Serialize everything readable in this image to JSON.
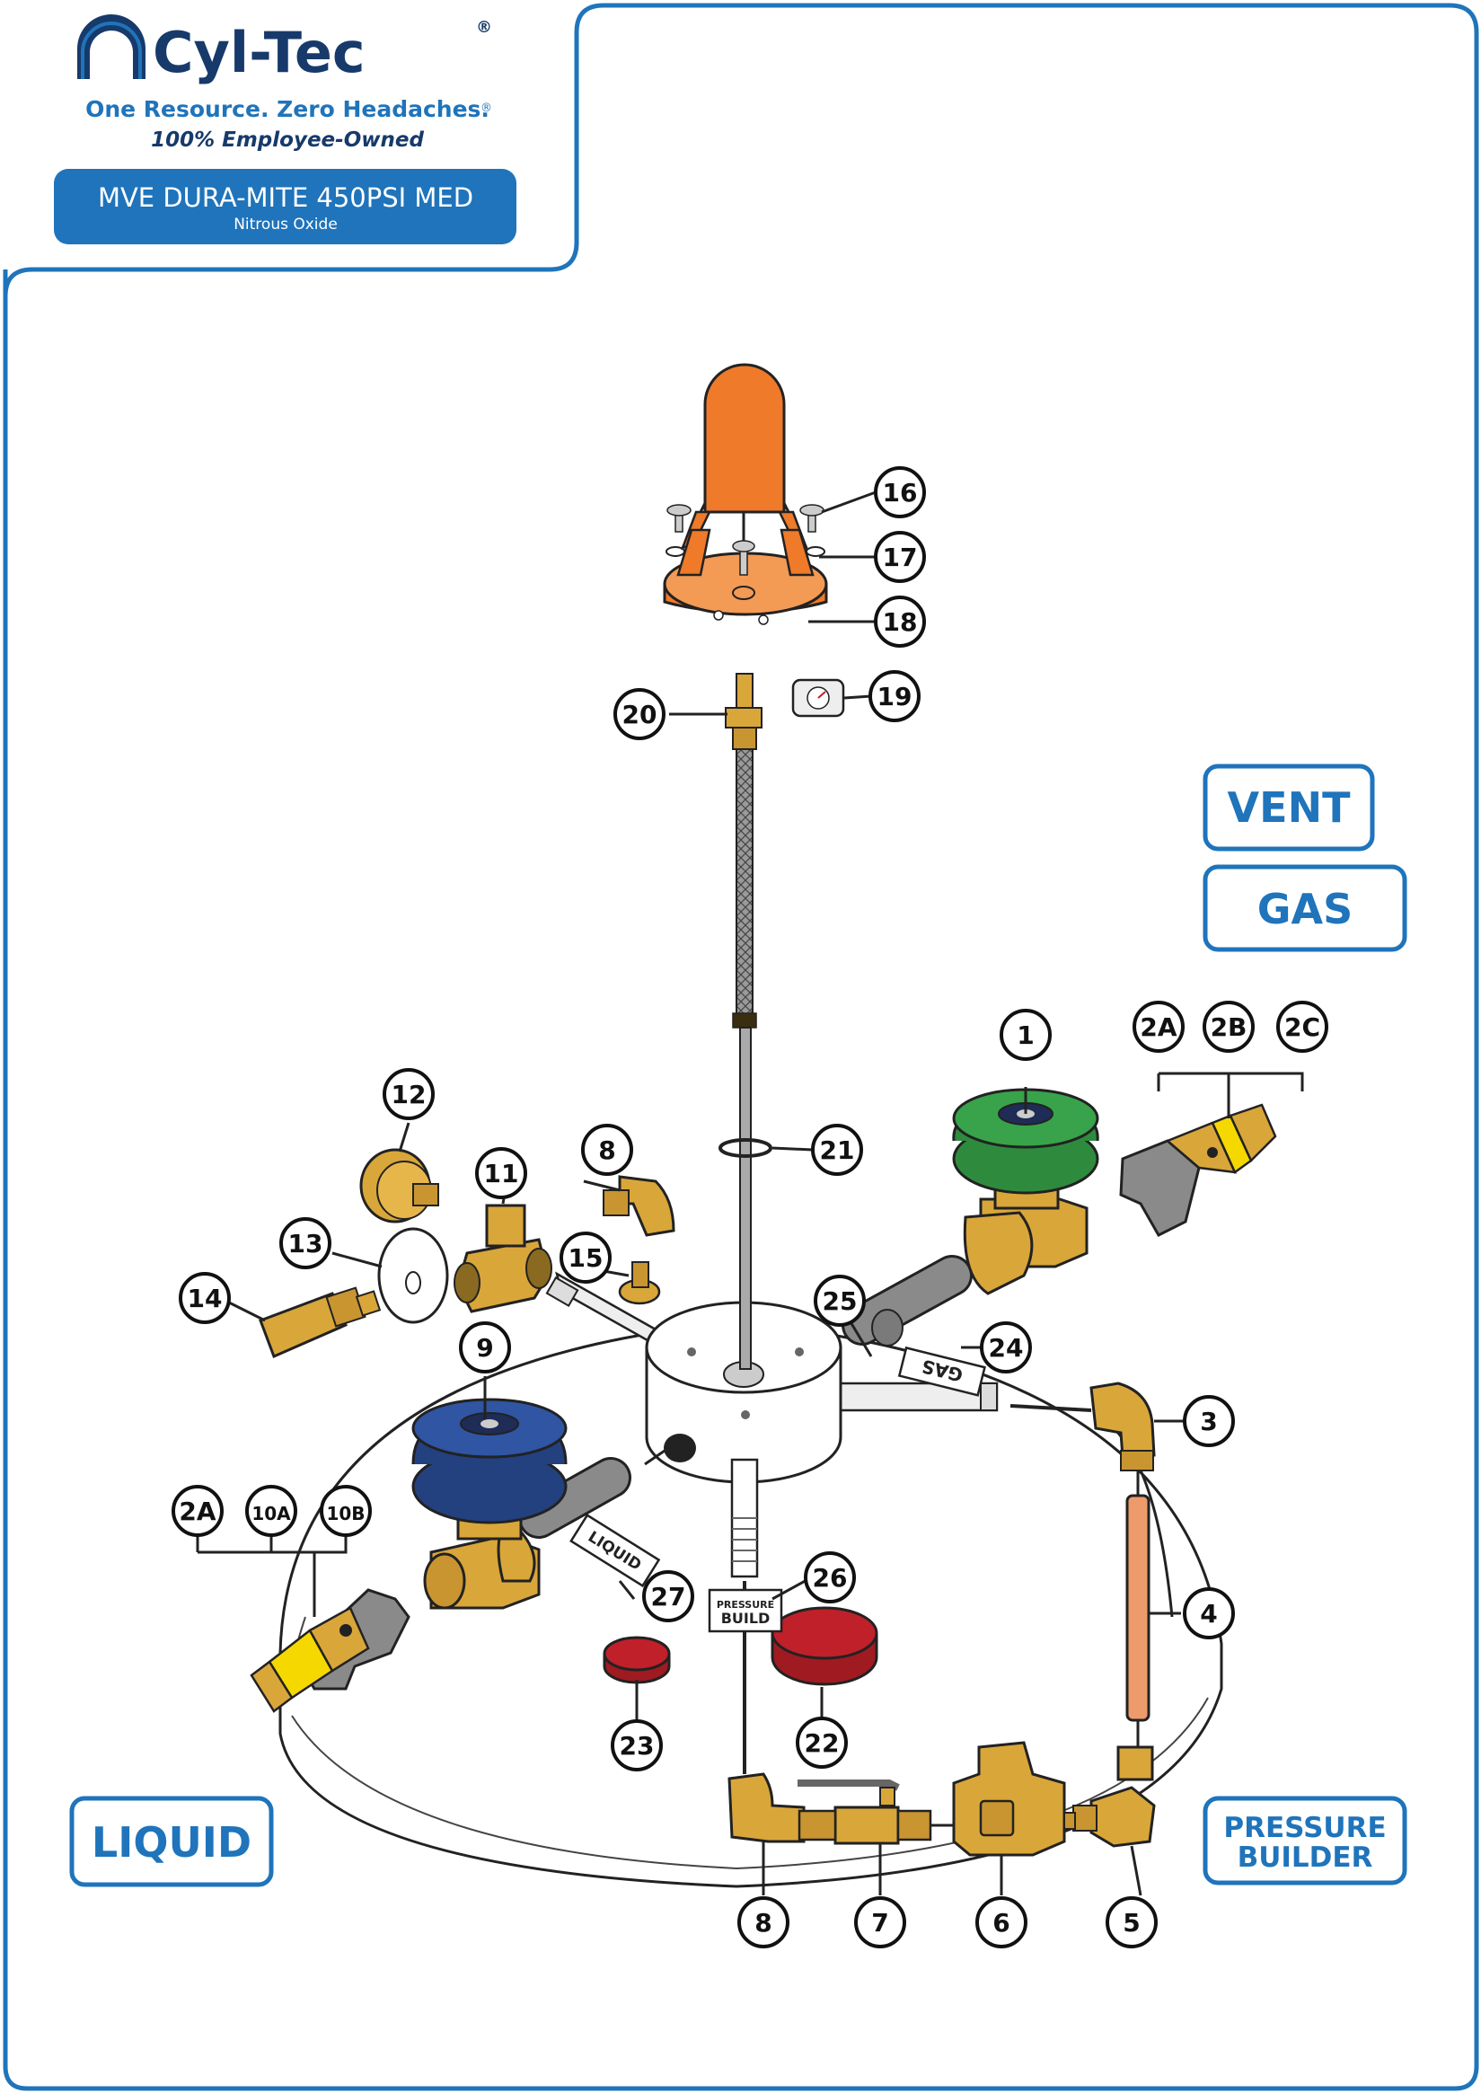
{
  "header": {
    "logo_text": "Cyl-Tec",
    "registered_mark": "®",
    "tagline": "One Resource. Zero Headaches.",
    "tagline_mark": "®",
    "ownership": "100% Employee-Owned",
    "product_title": "MVE DURA-MITE 450PSI MED",
    "product_subtitle": "Nitrous Oxide"
  },
  "zone_labels": {
    "vent": "VENT",
    "gas": "GAS",
    "liquid": "LIQUID",
    "pressure_builder_line1": "PRESSURE",
    "pressure_builder_line2": "BUILDER"
  },
  "tags": {
    "gas": "GAS",
    "liquid": "LIQUID",
    "pressure_build_line1": "PRESSURE",
    "pressure_build_line2": "BUILD"
  },
  "callouts": [
    "1",
    "2A",
    "2B",
    "2C",
    "3",
    "4",
    "5",
    "6",
    "7",
    "8",
    "8",
    "9",
    "2A",
    "10A",
    "10B",
    "11",
    "12",
    "13",
    "14",
    "15",
    "16",
    "17",
    "18",
    "19",
    "20",
    "21",
    "22",
    "23",
    "24",
    "25",
    "26",
    "27"
  ],
  "colors": {
    "brand_blue": "#1f74bb",
    "navy": "#173a6b",
    "orange": "#ee7a2a",
    "brass": "#d9a63a",
    "green": "#2e8b3e",
    "knob_blue": "#23407f",
    "red": "#c0202a",
    "copper": "#ee9b6b",
    "yellow": "#f5d800",
    "gray": "#8a8a8a"
  }
}
